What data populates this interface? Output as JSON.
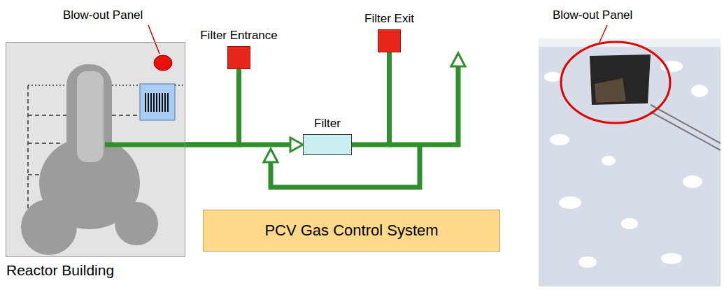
{
  "diagram": {
    "nodes": [
      {
        "text": [
          "Reactor Building"
        ]
      },
      {
        "text": [
          "Filter Entrance"
        ]
      },
      {
        "text": [
          "Filter"
        ]
      },
      {
        "text": [
          "Filter Exit"
        ]
      },
      {
        "text": [
          "PCV Gas Control System"
        ]
      }
    ],
    "edges": [
      {
        "from": 0,
        "to": 2,
        "arrow": "to"
      },
      {
        "from": 0,
        "to": 1,
        "arrow": "none"
      },
      {
        "from": 2,
        "to": 3,
        "arrow": "none"
      }
    ],
    "labels": [
      "Blow-out Panel",
      "Blow-out Panel"
    ]
  }
}
